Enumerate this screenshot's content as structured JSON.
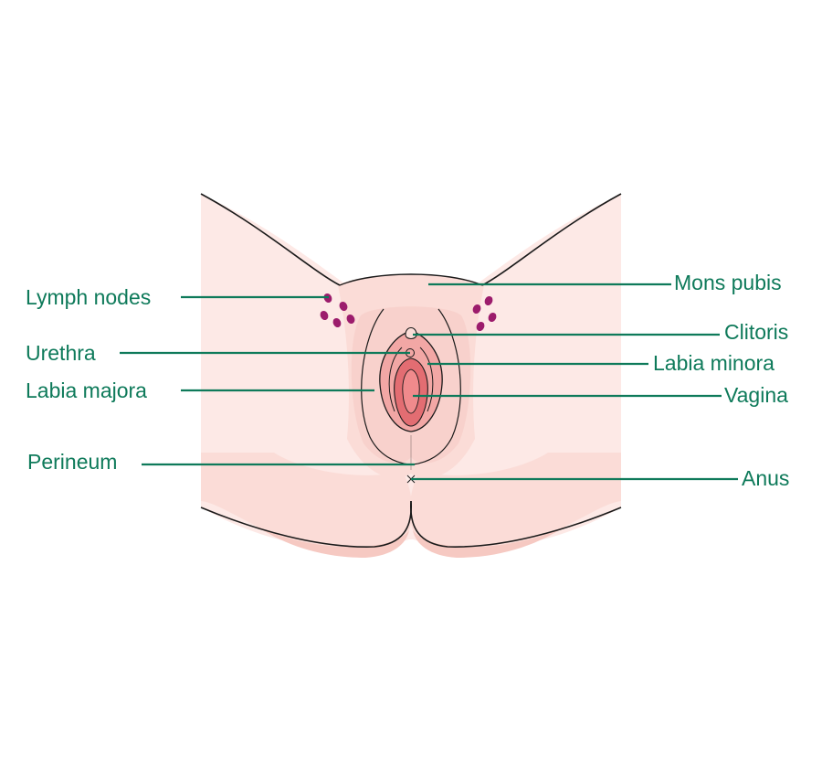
{
  "colors": {
    "label": "#0e7a5a",
    "skin_light": "#fde9e6",
    "skin": "#fbdcd7",
    "skin_shadow": "#f6c9c2",
    "labia_minora": "#f2a7a5",
    "labia_minora_dark": "#e68383",
    "vagina": "#e36d72",
    "vagina_inner": "#f08a8c",
    "outline": "#1a1a1a",
    "lymph_node": "#9c1c6c"
  },
  "labels": {
    "lymph_nodes": "Lymph nodes",
    "urethra": "Urethra",
    "labia_majora": "Labia majora",
    "perineum": "Perineum",
    "mons_pubis": "Mons pubis",
    "clitoris": "Clitoris",
    "labia_minora": "Labia minora",
    "vagina": "Vagina",
    "anus": "Anus"
  }
}
